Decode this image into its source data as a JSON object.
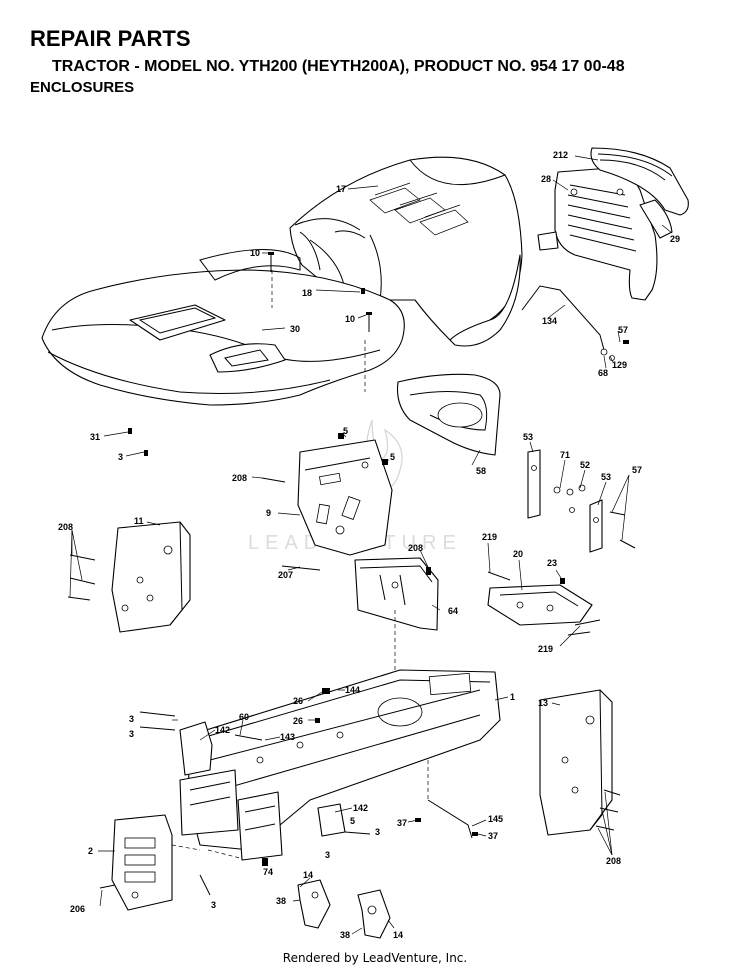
{
  "header": {
    "title": "REPAIR PARTS",
    "subtitle": "TRACTOR - MODEL NO. YTH200 (HEYTH200A),   PRODUCT NO. 954 17 00-48",
    "section": "ENCLOSURES"
  },
  "watermark": "LEADVENTURE",
  "footer": "Rendered by LeadVenture, Inc.",
  "callouts": [
    "212",
    "28",
    "17",
    "29",
    "10",
    "18",
    "10",
    "30",
    "134",
    "57",
    "129",
    "68",
    "31",
    "3",
    "5",
    "5",
    "208",
    "9",
    "58",
    "53",
    "71",
    "52",
    "53",
    "57",
    "208",
    "11",
    "207",
    "208",
    "64",
    "219",
    "20",
    "23",
    "219",
    "144",
    "1",
    "26",
    "26",
    "13",
    "3",
    "3",
    "142",
    "60",
    "143",
    "142",
    "5",
    "3",
    "3",
    "37",
    "145",
    "37",
    "2",
    "74",
    "3",
    "206",
    "14",
    "38",
    "38",
    "14",
    "208"
  ]
}
